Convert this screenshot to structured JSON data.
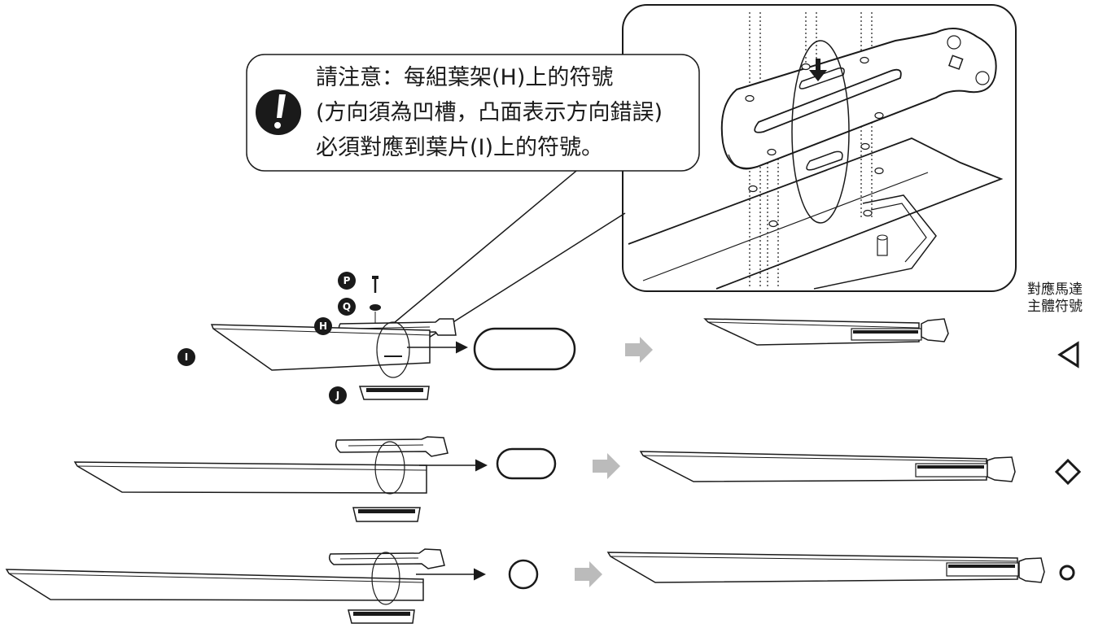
{
  "note": {
    "line1": "請注意：每組葉架(H)上的符號",
    "line2": "(方向須為凹槽，凸面表示方向錯誤)",
    "line3": "必須對應到葉片(I)上的符號。"
  },
  "side_label": {
    "line1": "對應馬達",
    "line2": "主體符號"
  },
  "part_labels": {
    "p": "P",
    "q": "Q",
    "h": "H",
    "i": "I",
    "j": "J"
  },
  "rows": [
    {
      "slot_symbol": "long-oval",
      "motor_symbol": "triangle-left"
    },
    {
      "slot_symbol": "short-oval",
      "motor_symbol": "diamond"
    },
    {
      "slot_symbol": "circle",
      "motor_symbol": "small-circle"
    }
  ]
}
